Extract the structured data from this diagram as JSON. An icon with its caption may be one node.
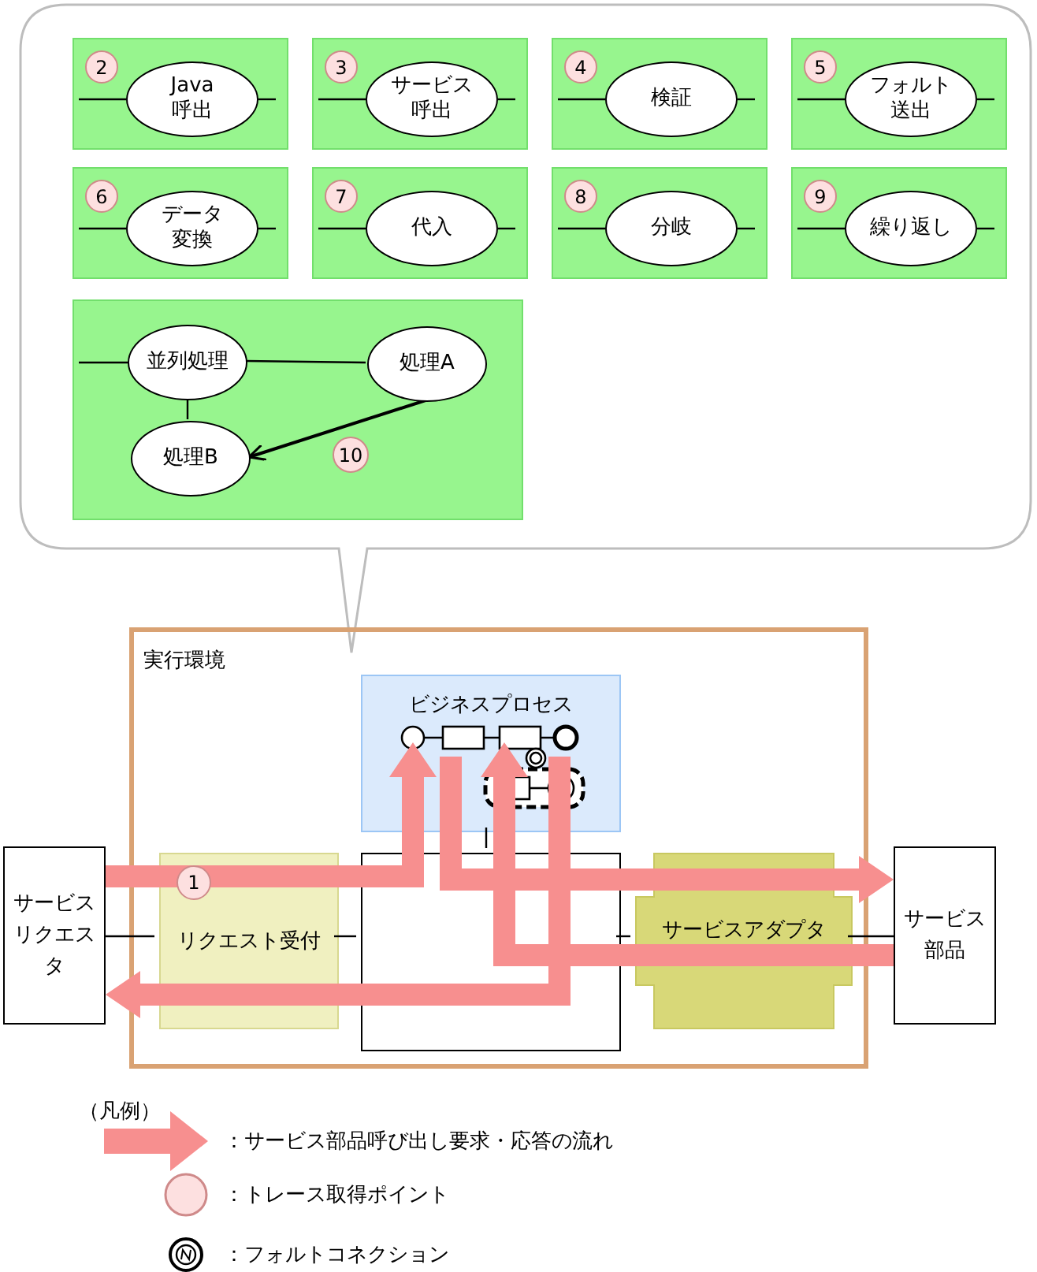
{
  "diagram": {
    "nodes": [
      {
        "text": [],
        "shape": "box"
      },
      {
        "text": [],
        "shape": "box",
        "in": 0
      },
      {
        "text": [
          "2"
        ],
        "in": 1
      },
      {
        "text": [
          "Java呼出"
        ],
        "in": 1
      },
      {
        "text": [],
        "shape": "box",
        "in": 0
      },
      {
        "text": [
          "3"
        ],
        "in": 4
      },
      {
        "text": [
          "サービス呼出"
        ],
        "in": 4
      },
      {
        "text": [],
        "shape": "box",
        "in": 0
      },
      {
        "text": [
          "4"
        ],
        "in": 7
      },
      {
        "text": [
          "検証"
        ],
        "in": 7
      },
      {
        "text": [],
        "shape": "box",
        "in": 0
      },
      {
        "text": [
          "5"
        ],
        "in": 10
      },
      {
        "text": [
          "フォルト送出"
        ],
        "in": 10
      },
      {
        "text": [],
        "shape": "box",
        "in": 0
      },
      {
        "text": [
          "6"
        ],
        "in": 13
      },
      {
        "text": [
          "データ変換"
        ],
        "in": 13
      },
      {
        "text": [],
        "shape": "box",
        "in": 0
      },
      {
        "text": [
          "7"
        ],
        "in": 16
      },
      {
        "text": [
          "代入"
        ],
        "in": 16
      },
      {
        "text": [],
        "shape": "box",
        "in": 0
      },
      {
        "text": [
          "8"
        ],
        "in": 19
      },
      {
        "text": [
          "分岐"
        ],
        "in": 19
      },
      {
        "text": [],
        "shape": "box",
        "in": 0
      },
      {
        "text": [
          "9"
        ],
        "in": 22
      },
      {
        "text": [
          "繰り返し"
        ],
        "in": 22
      },
      {
        "text": [],
        "shape": "box",
        "in": 0
      },
      {
        "text": [
          "並列処理"
        ],
        "in": 25
      },
      {
        "text": [
          "処理A"
        ],
        "in": 25
      },
      {
        "text": [
          "処理B"
        ],
        "in": 25
      },
      {
        "text": [
          "10"
        ],
        "in": 25
      },
      {
        "text": [
          "実行環境"
        ]
      },
      {
        "text": [
          "ビジネスプロセス"
        ],
        "in": 30
      },
      {
        "text": [
          "リクエスト受付"
        ],
        "in": 30
      },
      {
        "text": [],
        "shape": "box",
        "in": 30
      },
      {
        "text": [
          "サービスアダプタ"
        ],
        "in": 30
      },
      {
        "text": [
          "サービスリクエスタ"
        ]
      },
      {
        "text": [
          "サービス部品"
        ]
      },
      {
        "text": [
          "1"
        ],
        "in": 32
      }
    ],
    "edges": [
      {
        "from": 26,
        "to": 27,
        "arrow": "none"
      },
      {
        "from": 26,
        "to": 28,
        "arrow": "none"
      },
      {
        "from": 27,
        "to": 28,
        "arrow": "to"
      },
      {
        "from": 35,
        "to": 32,
        "arrow": "none"
      },
      {
        "from": 32,
        "to": 33,
        "arrow": "none"
      },
      {
        "from": 33,
        "to": 34,
        "arrow": "none"
      },
      {
        "from": 34,
        "to": 36,
        "arrow": "none"
      },
      {
        "from": 31,
        "to": 33,
        "arrow": "none"
      },
      {
        "from": 35,
        "to": 31,
        "arrow": "to",
        "style": "thick",
        "color": "#f78f8f"
      },
      {
        "from": 31,
        "to": 36,
        "arrow": "to",
        "style": "thick",
        "color": "#f78f8f"
      },
      {
        "from": 36,
        "to": 31,
        "arrow": "to",
        "style": "thick",
        "color": "#f78f8f"
      },
      {
        "from": 31,
        "to": 35,
        "arrow": "to",
        "style": "thick",
        "color": "#f78f8f"
      }
    ],
    "labels": [
      "（凡例）"
    ],
    "legend": [
      {
        "text": "：サービス部品呼び出し要求・応答の流れ"
      },
      {
        "text": "：トレース取得ポイント"
      },
      {
        "text": "：フォルトコネクション"
      }
    ]
  }
}
